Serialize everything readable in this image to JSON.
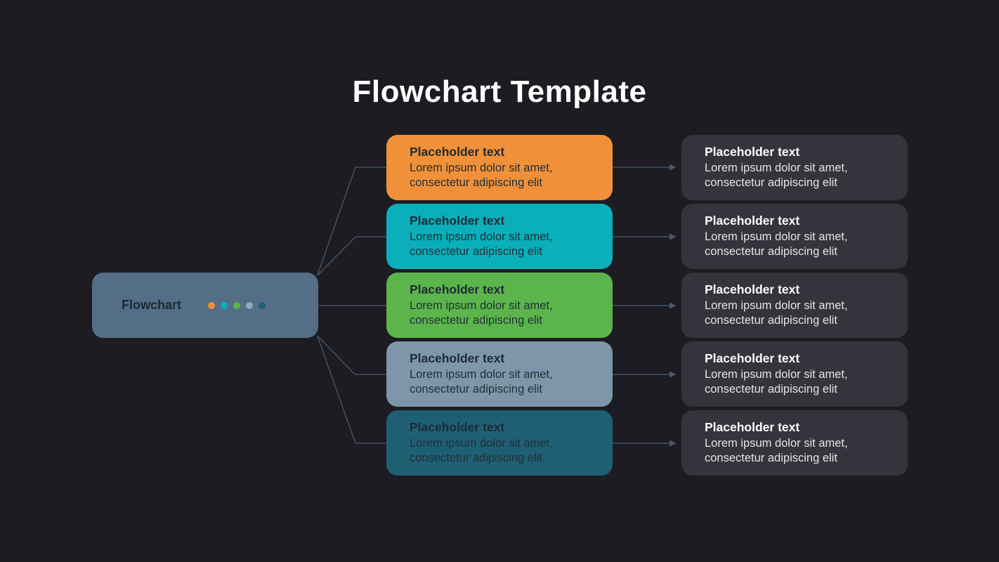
{
  "title": "Flowchart Template",
  "colors": {
    "background": "#1C1C22",
    "title_text": "#FFFFFF",
    "connector": "#4A5A6B",
    "root_fill": "#536E86",
    "root_text": "#1C2936",
    "branch_title_text": "#1E2A34",
    "branch_body_text": "#223038",
    "result_fill": "#34343C",
    "result_title_text": "#FFFFFF",
    "result_body_text": "#E3E3E7"
  },
  "root": {
    "label": "Flowchart",
    "dots": [
      "#F0913A",
      "#12AFBA",
      "#5BB54B",
      "#93A8B9",
      "#1D5F73"
    ]
  },
  "branches": [
    {
      "title": "Placeholder text",
      "body": "Lorem ipsum dolor sit amet, consectetur adipiscing elit",
      "fill": "#F0913A"
    },
    {
      "title": "Placeholder text",
      "body": "Lorem ipsum dolor sit amet, consectetur adipiscing elit",
      "fill": "#0AAFBA"
    },
    {
      "title": "Placeholder text",
      "body": "Lorem ipsum dolor sit amet, consectetur adipiscing elit",
      "fill": "#5BB54B"
    },
    {
      "title": "Placeholder text",
      "body": "Lorem ipsum dolor sit amet, consectetur adipiscing elit",
      "fill": "#7E96AA"
    },
    {
      "title": "Placeholder text",
      "body": "Lorem ipsum dolor sit amet, consectetur adipiscing elit",
      "fill": "#1E5F73"
    }
  ],
  "results": [
    {
      "title": "Placeholder text",
      "body": "Lorem ipsum dolor sit amet, consectetur adipiscing elit"
    },
    {
      "title": "Placeholder text",
      "body": "Lorem ipsum dolor sit amet, consectetur adipiscing elit"
    },
    {
      "title": "Placeholder text",
      "body": "Lorem ipsum dolor sit amet, consectetur adipiscing elit"
    },
    {
      "title": "Placeholder text",
      "body": "Lorem ipsum dolor sit amet, consectetur adipiscing elit"
    },
    {
      "title": "Placeholder text",
      "body": "Lorem ipsum dolor sit amet, consectetur adipiscing elit"
    }
  ]
}
